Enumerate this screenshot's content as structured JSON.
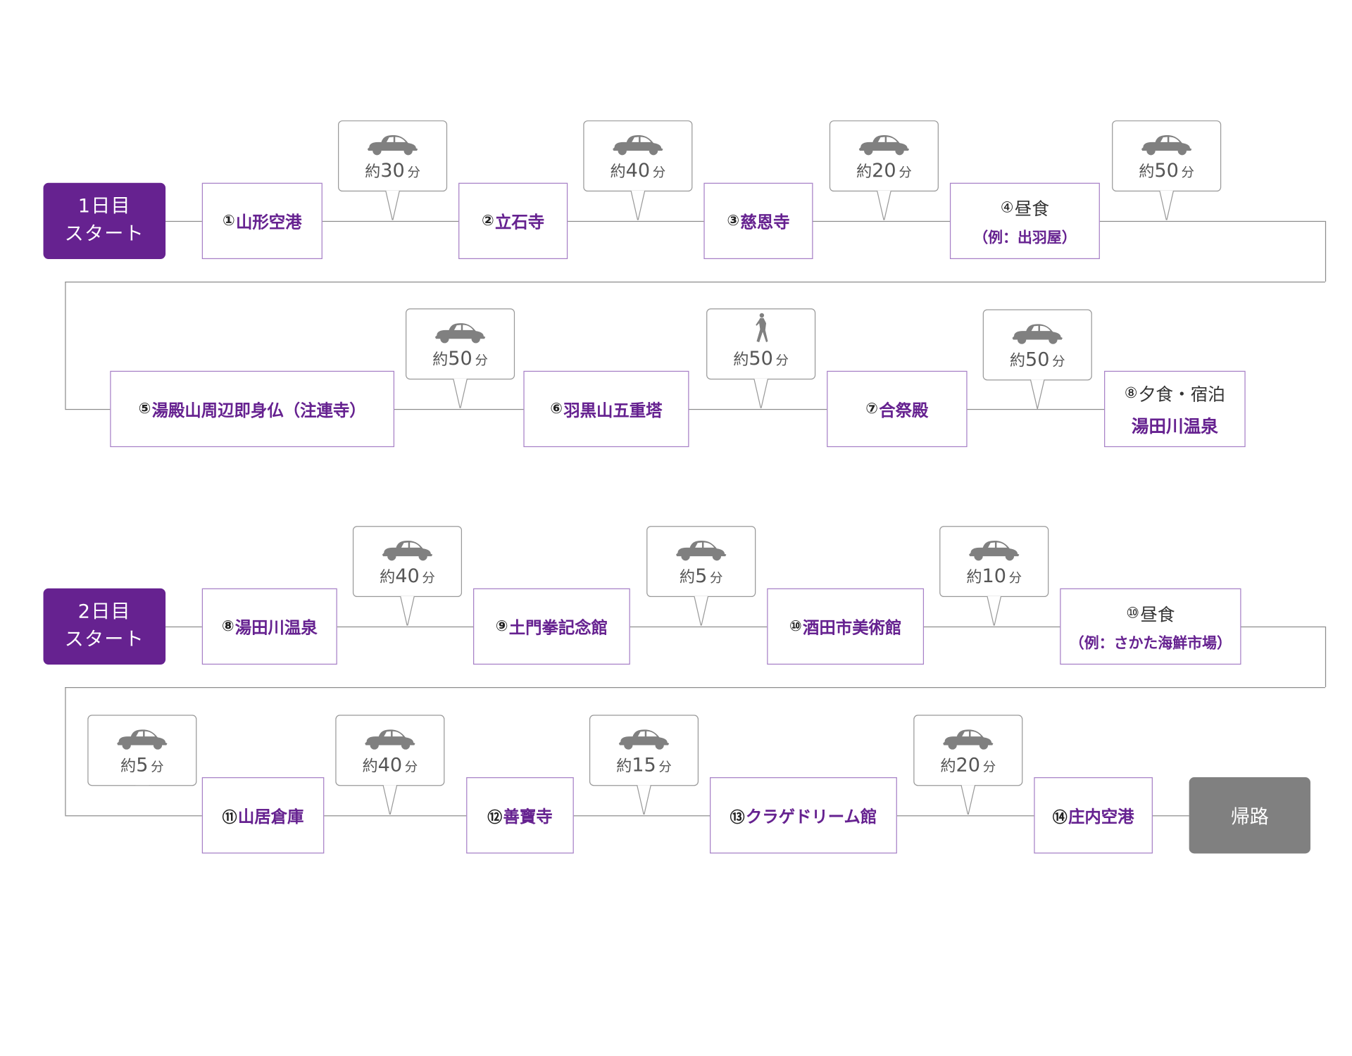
{
  "title": "1泊2日モデルコース",
  "colors": {
    "accent": "#662290",
    "stop_border": "#a67fc6",
    "icon": "#808080",
    "goal": "#808080",
    "line": "#8c8c8c"
  },
  "day1": {
    "start": {
      "line1": "1日目",
      "line2": "スタート"
    },
    "stops": [
      {
        "num": "①",
        "name": "山形空港"
      },
      {
        "num": "②",
        "name": "立石寺"
      },
      {
        "num": "③",
        "name": "慈恩寺"
      },
      {
        "num": "④",
        "name": "昼食",
        "sub": "（例：出羽屋）"
      },
      {
        "num": "⑤",
        "name": "湯殿山周辺即身仏（注連寺）"
      },
      {
        "num": "⑥",
        "name": "羽黒山五重塔"
      },
      {
        "num": "⑦",
        "name": "合祭殿"
      },
      {
        "num": "⑧",
        "name": "夕食・宿泊",
        "sub": "湯田川温泉"
      }
    ],
    "transfers": [
      {
        "mode": "car-icon",
        "prefix": "約",
        "minutes": "30",
        "unit": "分"
      },
      {
        "mode": "car-icon",
        "prefix": "約",
        "minutes": "40",
        "unit": "分"
      },
      {
        "mode": "car-icon",
        "prefix": "約",
        "minutes": "20",
        "unit": "分"
      },
      {
        "mode": "car-icon",
        "prefix": "約",
        "minutes": "50",
        "unit": "分"
      },
      {
        "mode": "car-icon",
        "prefix": "約",
        "minutes": "50",
        "unit": "分"
      },
      {
        "mode": "walk-icon",
        "prefix": "約",
        "minutes": "50",
        "unit": "分"
      },
      {
        "mode": "car-icon",
        "prefix": "約",
        "minutes": "50",
        "unit": "分"
      }
    ]
  },
  "day2": {
    "start": {
      "line1": "2日目",
      "line2": "スタート"
    },
    "stops": [
      {
        "num": "⑧",
        "name": "湯田川温泉"
      },
      {
        "num": "⑨",
        "name": "土門拳記念館"
      },
      {
        "num": "⑩",
        "name": "酒田市美術館"
      },
      {
        "num": "⑩",
        "name": "昼食",
        "sub": "（例：さかた海鮮市場）"
      },
      {
        "num": "⑪",
        "name": "山居倉庫"
      },
      {
        "num": "⑫",
        "name": "善寶寺"
      },
      {
        "num": "⑬",
        "name": "クラゲドリーム館"
      },
      {
        "num": "⑭",
        "name": "庄内空港"
      }
    ],
    "transfers": [
      {
        "mode": "car-icon",
        "prefix": "約",
        "minutes": "40",
        "unit": "分"
      },
      {
        "mode": "car-icon",
        "prefix": "約",
        "minutes": "5",
        "unit": "分"
      },
      {
        "mode": "car-icon",
        "prefix": "約",
        "minutes": "10",
        "unit": "分"
      },
      {
        "mode": "car-icon",
        "prefix": "約",
        "minutes": "5",
        "unit": "分"
      },
      {
        "mode": "car-icon",
        "prefix": "約",
        "minutes": "40",
        "unit": "分"
      },
      {
        "mode": "car-icon",
        "prefix": "約",
        "minutes": "15",
        "unit": "分"
      },
      {
        "mode": "car-icon",
        "prefix": "約",
        "minutes": "20",
        "unit": "分"
      }
    ],
    "goal": {
      "label": "帰路"
    }
  }
}
